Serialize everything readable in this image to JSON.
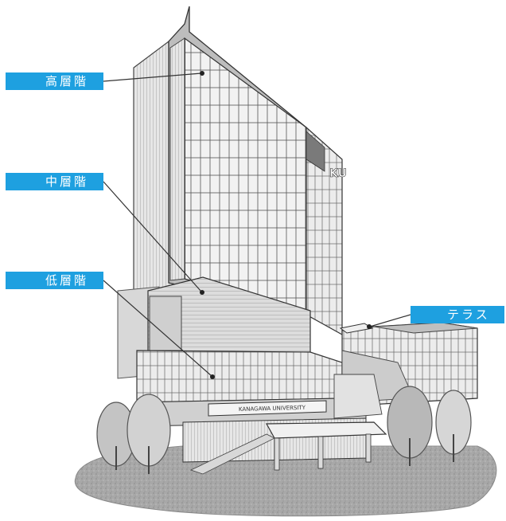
{
  "labels": {
    "high": "高層階",
    "middle": "中層階",
    "low": "低層階",
    "terrace": "テラス"
  },
  "building_sign": "KANAGAWA UNIVERSITY",
  "tower_logo": "KU",
  "colors": {
    "label_bg": "#1ea0e0",
    "label_text": "#ffffff",
    "line": "#333333",
    "ground": "#9a9a9a"
  }
}
